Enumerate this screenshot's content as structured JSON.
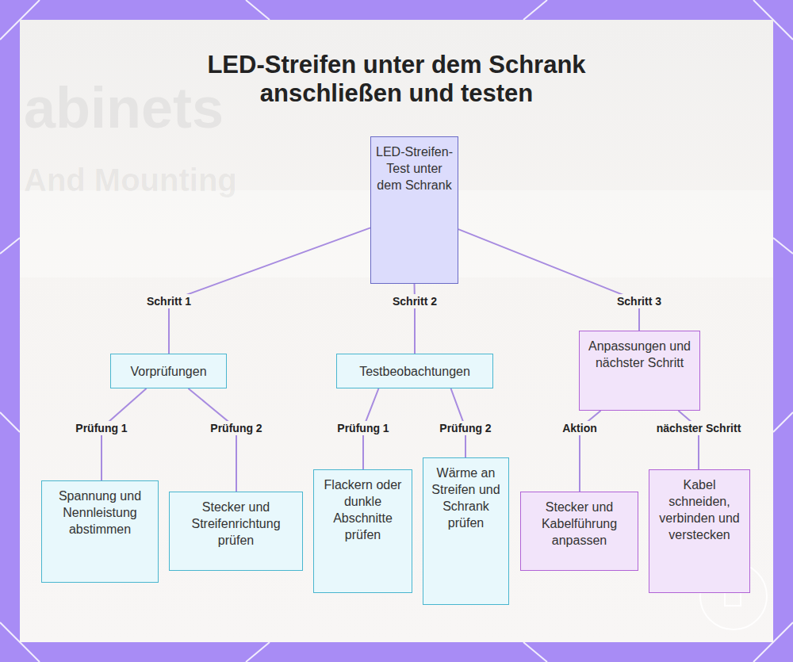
{
  "diagram": {
    "title": "LED-Streifen unter dem Schrank anschließen und testen",
    "nodes": [
      {
        "text": [
          "LED-Streifen-Test unter dem Schrank"
        ]
      },
      {
        "text": [
          "Vorprüfungen"
        ]
      },
      {
        "text": [
          "Testbeobachtungen"
        ]
      },
      {
        "text": [
          "Anpassungen und nächster Schritt"
        ]
      },
      {
        "text": [
          "Spannung und Nennleistung abstimmen"
        ]
      },
      {
        "text": [
          "Stecker und Streifenrichtung prüfen"
        ]
      },
      {
        "text": [
          "Flackern oder dunkle Abschnitte prüfen"
        ]
      },
      {
        "text": [
          "Wärme an Streifen und Schrank prüfen"
        ]
      },
      {
        "text": [
          "Stecker und Kabelführung anpassen"
        ]
      },
      {
        "text": [
          "Kabel schneiden, verbinden und verstecken"
        ]
      }
    ],
    "edges": [
      {
        "from": 0,
        "to": 1,
        "label": "Schritt 1",
        "arrow": "none"
      },
      {
        "from": 0,
        "to": 2,
        "label": "Schritt 2",
        "arrow": "none"
      },
      {
        "from": 0,
        "to": 3,
        "label": "Schritt 3",
        "arrow": "none"
      },
      {
        "from": 1,
        "to": 4,
        "label": "Prüfung 1",
        "arrow": "none"
      },
      {
        "from": 1,
        "to": 5,
        "label": "Prüfung 2",
        "arrow": "none"
      },
      {
        "from": 2,
        "to": 6,
        "label": "Prüfung 1",
        "arrow": "none"
      },
      {
        "from": 2,
        "to": 7,
        "label": "Prüfung 2",
        "arrow": "none"
      },
      {
        "from": 3,
        "to": 8,
        "label": "Aktion",
        "arrow": "none"
      },
      {
        "from": 3,
        "to": 9,
        "label": "nächster Schritt",
        "arrow": "none"
      }
    ],
    "labels": [
      "abinets",
      "And Mounting"
    ]
  }
}
